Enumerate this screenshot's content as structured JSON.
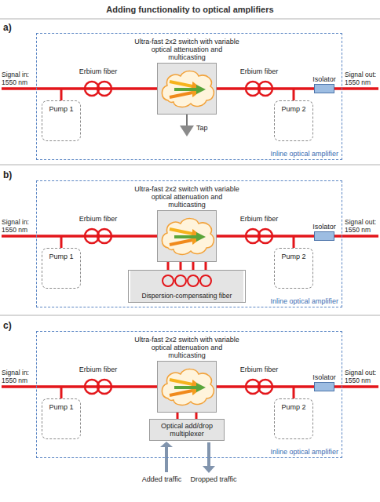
{
  "diagram": {
    "title": "Adding functionality to optical amplifiers",
    "nodes": [
      {
        "text": [
          "Inline optical amplifier"
        ]
      },
      {
        "text": [
          "Pump 1"
        ],
        "in": 0
      },
      {
        "text": [
          "Ultra-fast 2x2 switch with variable optical attenuation and multicasting"
        ],
        "in": 0
      },
      {
        "text": [
          "Pump 2"
        ],
        "in": 0
      },
      {
        "text": [
          "Isolator"
        ],
        "in": 0
      },
      {
        "text": [
          "Inline optical amplifier"
        ]
      },
      {
        "text": [
          "Pump 1"
        ],
        "in": 5
      },
      {
        "text": [
          "Ultra-fast 2x2 switch with variable optical attenuation and multicasting"
        ],
        "in": 5
      },
      {
        "text": [
          "Dispersion-compensating fiber"
        ],
        "in": 5
      },
      {
        "text": [
          "Pump 2"
        ],
        "in": 5
      },
      {
        "text": [
          "Isolator"
        ],
        "in": 5
      },
      {
        "text": [
          "Inline optical amplifier"
        ]
      },
      {
        "text": [
          "Pump 1"
        ],
        "in": 11
      },
      {
        "text": [
          "Ultra-fast 2x2 switch with variable optical attenuation and multicasting"
        ],
        "in": 11
      },
      {
        "text": [
          "Optical add/drop multiplexer"
        ],
        "in": 11
      },
      {
        "text": [
          "Pump 2"
        ],
        "in": 11
      },
      {
        "text": [
          "Isolator"
        ],
        "in": 11
      }
    ],
    "edges": [
      {
        "from": 7,
        "to": 8,
        "arrow": "none"
      },
      {
        "from": 13,
        "to": 14,
        "arrow": "none"
      }
    ],
    "labels": [
      "a)",
      "Signal in: 1550 nm",
      "Erbium fiber",
      "Erbium fiber",
      "Signal out: 1550 nm",
      "Tap",
      "b)",
      "Signal in: 1550 nm",
      "Erbium fiber",
      "Erbium fiber",
      "Signal out: 1550 nm",
      "c)",
      "Signal in: 1550 nm",
      "Erbium fiber",
      "Erbium fiber",
      "Signal out: 1550 nm",
      "Added traffic",
      "Dropped traffic"
    ]
  }
}
